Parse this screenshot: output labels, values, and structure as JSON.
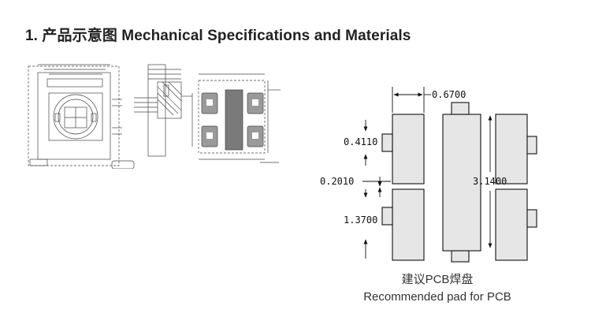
{
  "heading": "1. 产品示意图 Mechanical Specifications and Materials",
  "pcb_drawing": {
    "pad_width": "0.6700",
    "pad_height": "0.4110",
    "pad_gap": "0.2010",
    "lower_pad_height": "1.3700",
    "total_length": "3.1400"
  },
  "caption": {
    "chinese": "建议PCB焊盘",
    "english": "Recommended pad for PCB"
  }
}
